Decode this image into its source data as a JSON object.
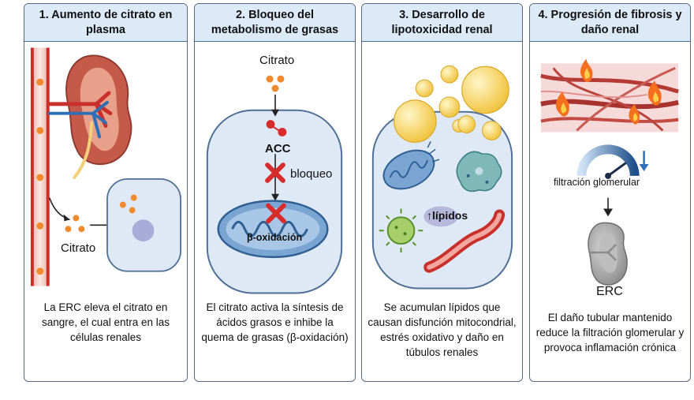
{
  "panels": [
    {
      "title": "1. Aumento de citrato en plasma",
      "label_citrato": "Citrato",
      "description": "La ERC eleva el citrato en sangre, el cual entra en las células renales"
    },
    {
      "title": "2. Bloqueo del metabolismo de grasas",
      "label_citrato": "Citrato",
      "label_acc": "ACC",
      "label_bloqueo": "bloqueo",
      "label_beta": "β-oxidación",
      "description": "El citrato activa la síntesis de ácidos grasos e inhibe la quema de grasas (β-oxidación)"
    },
    {
      "title": "3. Desarrollo de lipotoxicidad renal",
      "label_lipidos": "↑lípidos",
      "description": "Se acumulan lípidos que causan disfunción mitocondrial, estrés oxidativo y daño en túbulos renales"
    },
    {
      "title": "4. Progresión de fibrosis y daño renal",
      "label_filtracion": "filtración glomerular",
      "label_erc": "ERC",
      "description": "El daño tubular mantenido reduce la filtración glomerular y provoca inflamación crónica"
    }
  ],
  "colors": {
    "header_bg": "#dceaf7",
    "cell_fill": "#dfe9f5",
    "citrate": "#f08a2c",
    "mitochondria": "#7aa5d2",
    "block": "#d62c2c",
    "lipid": "#f6d14a",
    "vessel": "#c9302c"
  },
  "icons": [
    "kidney-icon",
    "blood-vessel-icon",
    "cell-icon",
    "mitochondria-icon",
    "block-cross-icon",
    "lipid-droplet-icon",
    "fibrosis-icon",
    "flame-icon",
    "gauge-icon",
    "arrow-down-icon"
  ]
}
